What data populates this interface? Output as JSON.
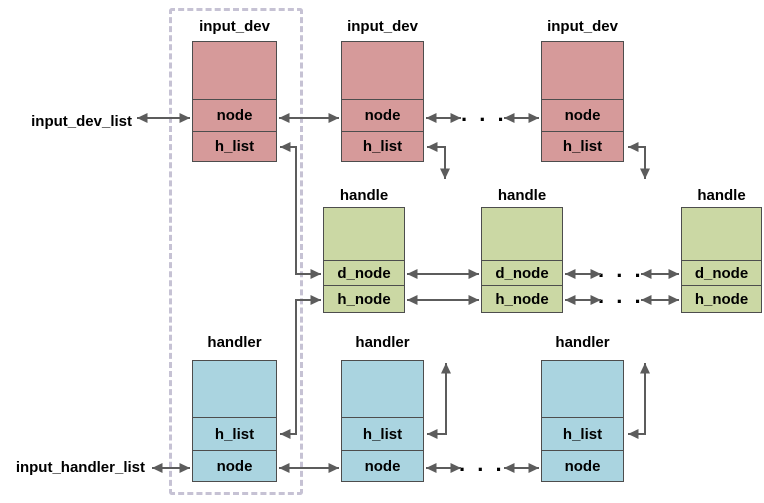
{
  "diagram": {
    "left_labels": {
      "input_dev_list": "input_dev_list",
      "input_handler_list": "input_handler_list"
    },
    "ellipsis": ". . .",
    "input_dev_instances": [
      {
        "title": "input_dev",
        "fields": [
          "node",
          "h_list"
        ]
      },
      {
        "title": "input_dev",
        "fields": [
          "node",
          "h_list"
        ]
      },
      {
        "title": "input_dev",
        "fields": [
          "node",
          "h_list"
        ]
      }
    ],
    "handle_instances": [
      {
        "title": "handle",
        "fields": [
          "d_node",
          "h_node"
        ]
      },
      {
        "title": "handle",
        "fields": [
          "d_node",
          "h_node"
        ]
      },
      {
        "title": "handle",
        "fields": [
          "d_node",
          "h_node"
        ]
      }
    ],
    "handler_instances": [
      {
        "title": "handler",
        "fields": [
          "h_list",
          "node"
        ]
      },
      {
        "title": "handler",
        "fields": [
          "h_list",
          "node"
        ]
      },
      {
        "title": "handler",
        "fields": [
          "h_list",
          "node"
        ]
      }
    ],
    "colors": {
      "input_dev_fill": "#d69a9a",
      "handle_fill": "#cbd8a4",
      "handler_fill": "#aad4e0",
      "box_border": "#4d4d4d",
      "arrow": "#5c5c5c",
      "dashed_frame": "#c6c2d4",
      "text": "#000000",
      "background": "#ffffff"
    }
  }
}
